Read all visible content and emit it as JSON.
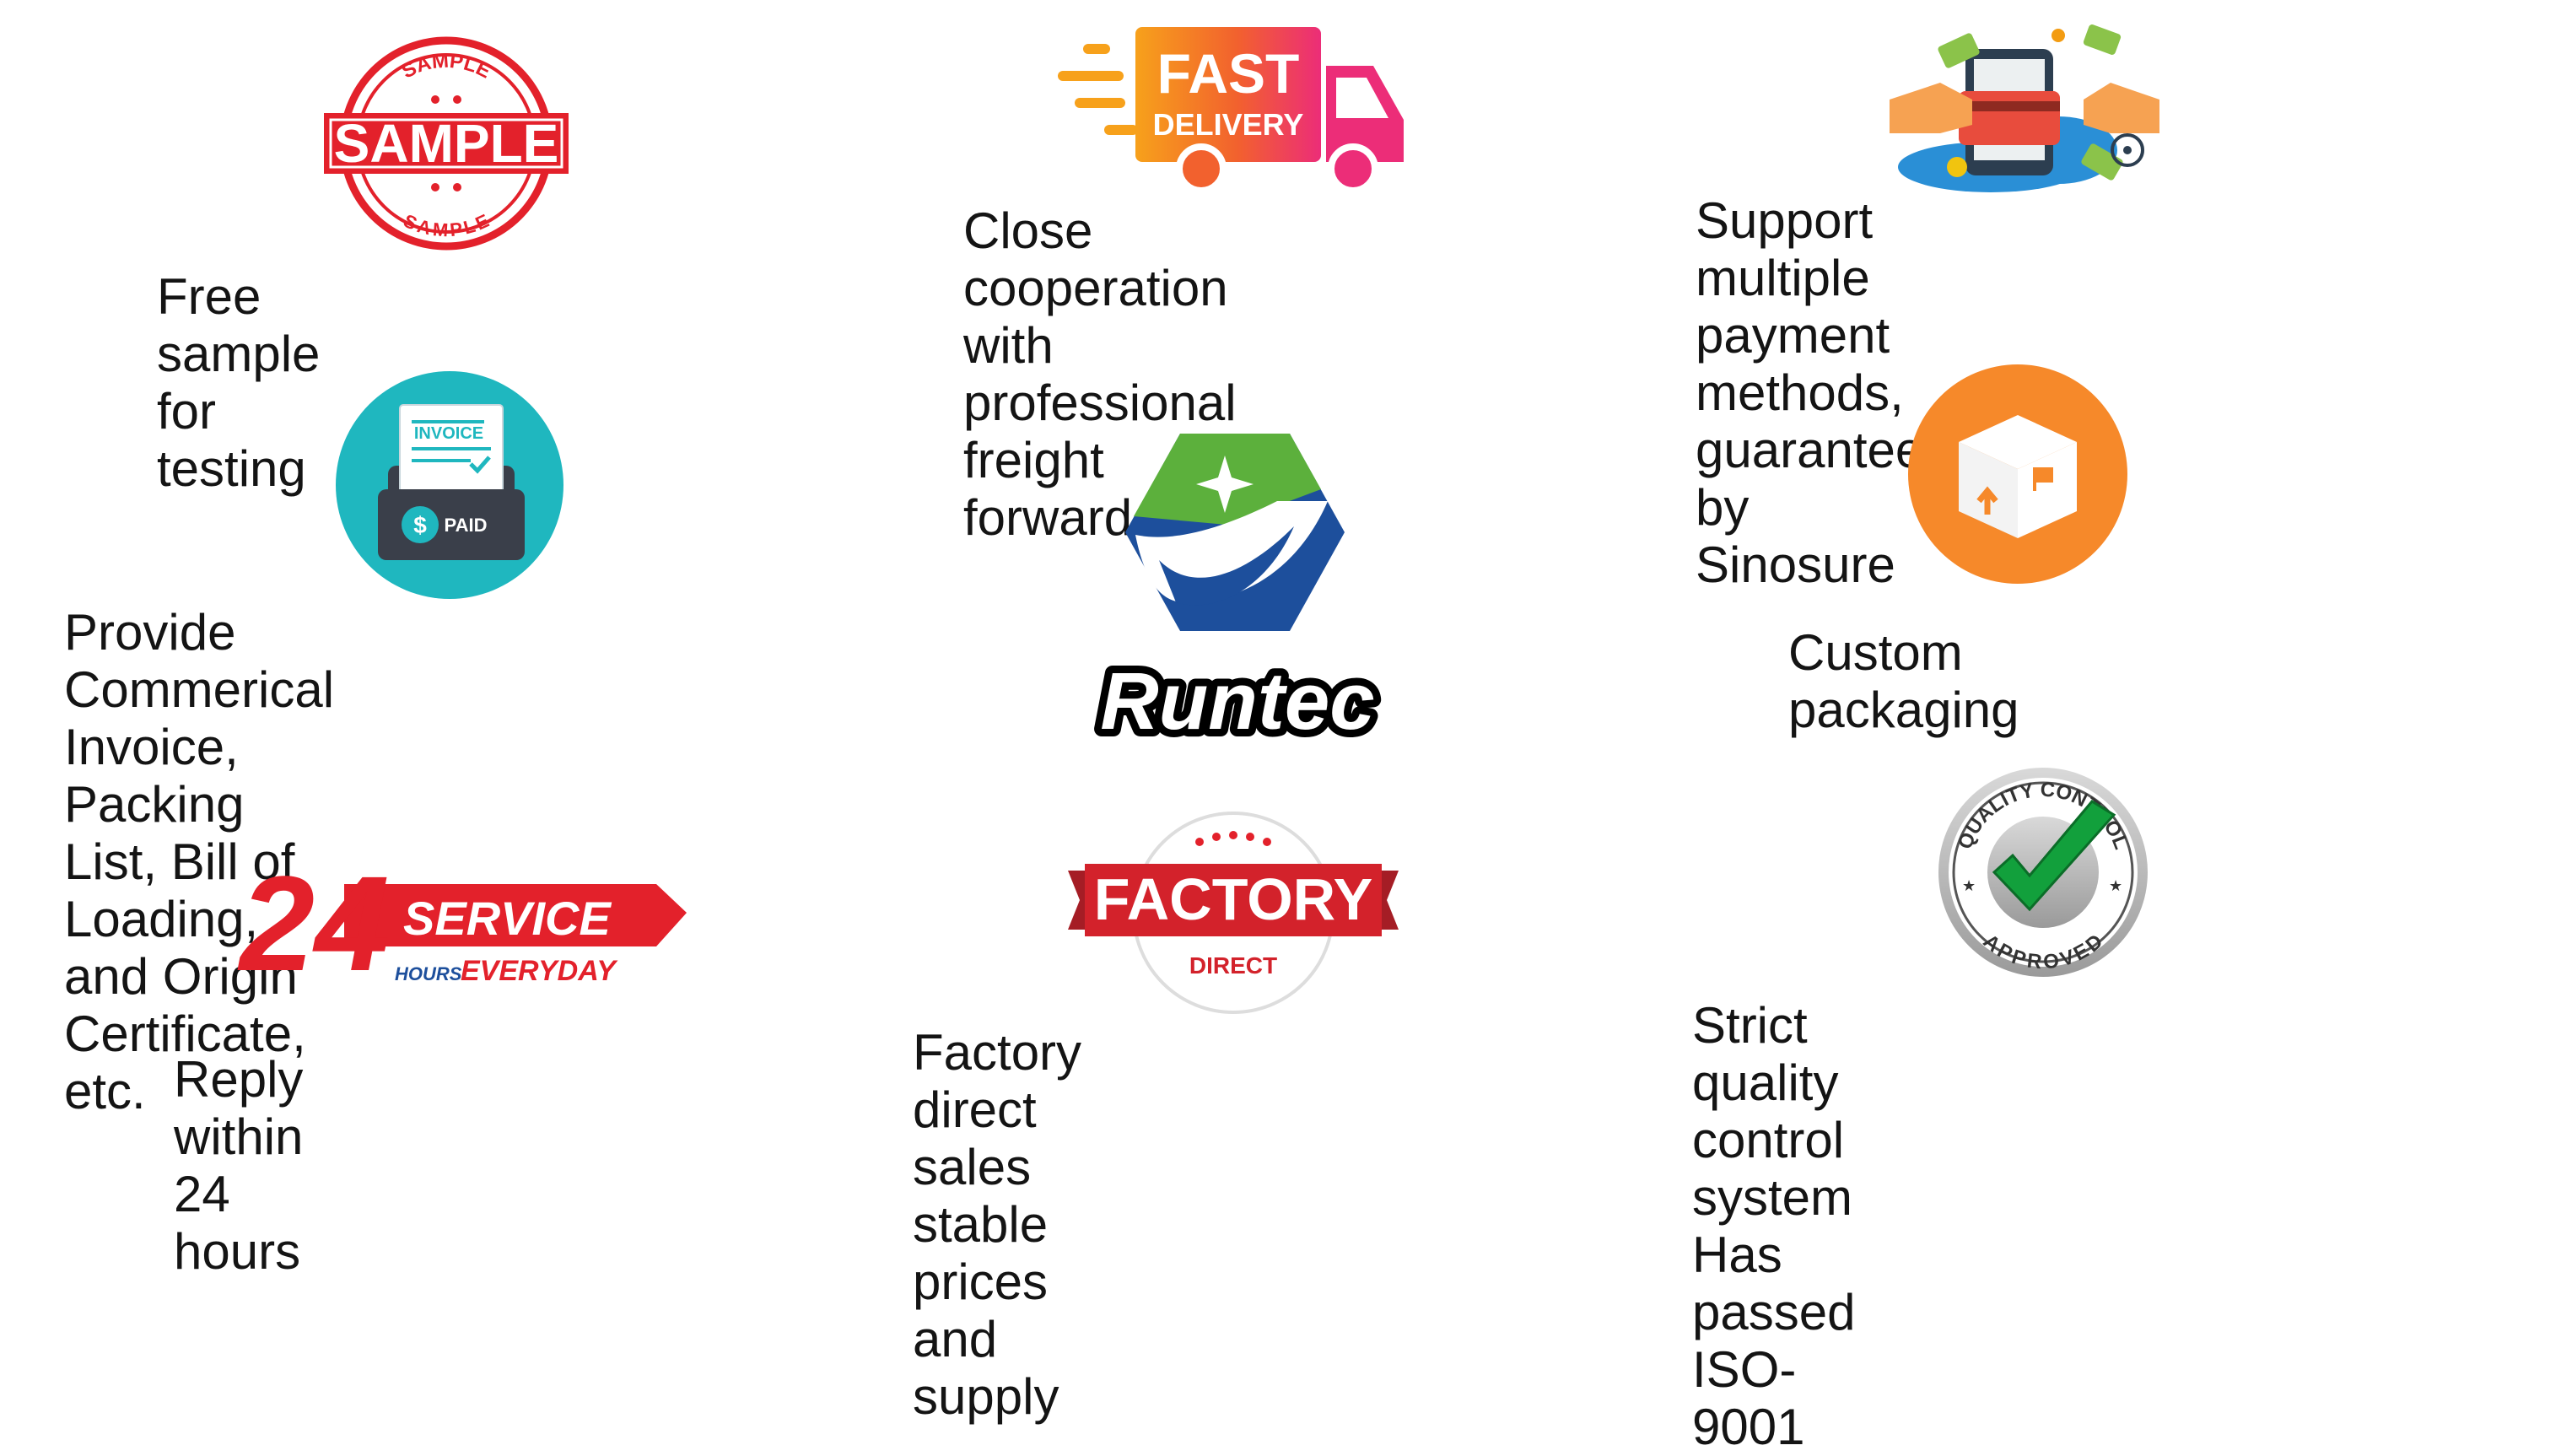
{
  "features": [
    {
      "caption": "Free sample for testing",
      "badge": {
        "icon": "sample-stamp-icon",
        "text": "SAMPLE",
        "ring_text": "SAMPLE"
      }
    },
    {
      "caption": "Close cooperation with\nprofessional freight\nforwarders",
      "badge": {
        "icon": "fast-delivery-truck-icon",
        "line1": "FAST",
        "line2": "DELIVERY"
      }
    },
    {
      "caption": "Support multiple payment\nmethods, guaranteed by\nSinosure",
      "badge": {
        "icon": "payment-methods-icon"
      }
    },
    {
      "caption": "Provide Commerical Invoice,\nPacking List, Bill of Loading,\nand Origin Certificate, etc.",
      "badge": {
        "icon": "invoice-paid-icon",
        "line1": "INVOICE",
        "line2": "PAID"
      }
    },
    {
      "caption": "Custom packaging",
      "badge": {
        "icon": "package-box-icon"
      }
    },
    {
      "caption": "Reply within 24 hours",
      "badge": {
        "icon": "24-service-icon",
        "num": "24",
        "line1": "SERVICE",
        "line2": "HOURS",
        "line3": "EVERYDAY"
      }
    },
    {
      "caption": "Factory direct sales\nstable prices and supply",
      "badge": {
        "icon": "factory-direct-icon",
        "line1": "FACTORY",
        "line2": "DIRECT"
      }
    },
    {
      "caption": "Strict quality control system\nHas passed ISO-9001",
      "badge": {
        "icon": "quality-control-approved-icon",
        "top": "QUALITY CONTROL",
        "bottom": "APPROVED"
      }
    }
  ],
  "brand": {
    "name": "Runtec",
    "icon": "runtec-logo-icon"
  },
  "colors": {
    "red": "#e3212b",
    "orange": "#f6892a",
    "teal": "#1fb7bf",
    "green": "#3aa641",
    "blue": "#1d4f9c"
  }
}
